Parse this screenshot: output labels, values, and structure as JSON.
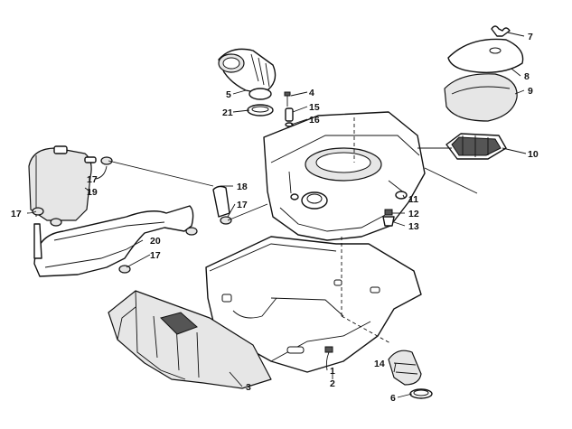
{
  "diagram": {
    "callouts": [
      "1",
      "2",
      "3",
      "4",
      "5",
      "6",
      "7",
      "8",
      "9",
      "10",
      "11",
      "12",
      "13",
      "14",
      "15",
      "16",
      "17",
      "17",
      "17",
      "17",
      "18",
      "19",
      "20",
      "21"
    ]
  }
}
